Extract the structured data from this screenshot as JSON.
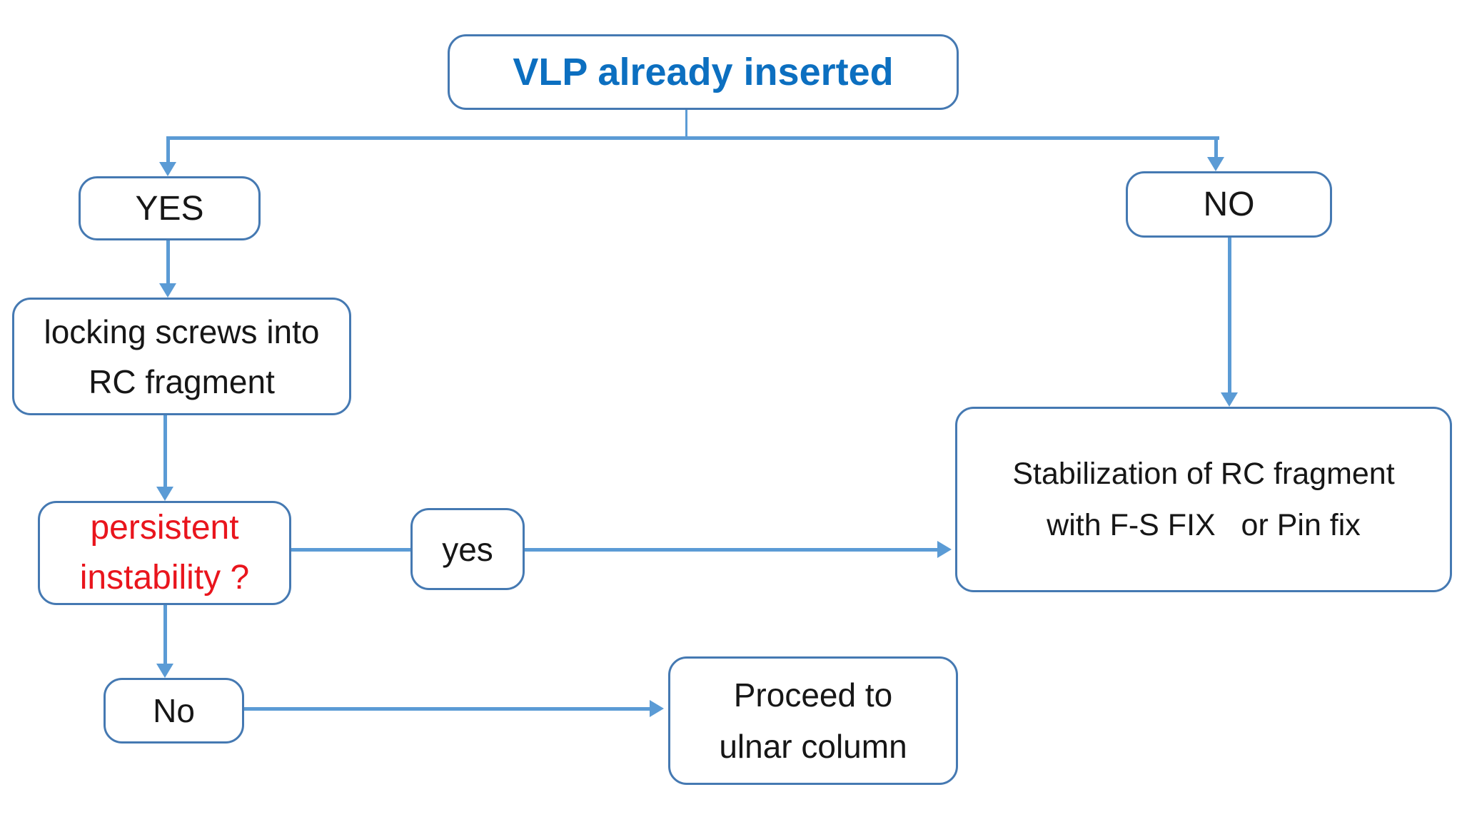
{
  "flowchart": {
    "root": {
      "label": "VLP already inserted"
    },
    "branch_yes": {
      "label": "YES"
    },
    "branch_no": {
      "label": "NO"
    },
    "locking": {
      "line1": "locking screws into",
      "line2": "RC fragment"
    },
    "persistent": {
      "line1": "persistent",
      "line2": "instability ?"
    },
    "decision_yes": {
      "label": "yes"
    },
    "decision_no": {
      "label": "No"
    },
    "stabilization": {
      "line1": "Stabilization of RC fragment",
      "line2": "with F-S FIX   or Pin fix"
    },
    "proceed": {
      "line1": "Proceed to",
      "line2": "ulnar column"
    },
    "colors": {
      "background": "#ffffff",
      "box_border": "#4579b2",
      "connector": "#5b9bd5",
      "title_text": "#0c6fc0",
      "alert_text": "#e9151d",
      "body_text": "#161616"
    }
  }
}
